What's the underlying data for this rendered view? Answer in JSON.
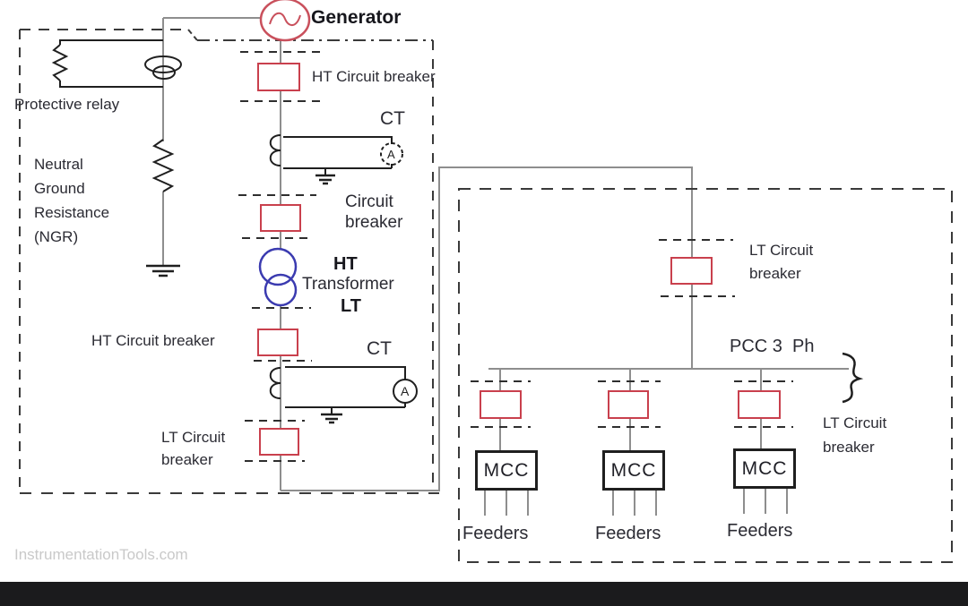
{
  "colors": {
    "breaker_red": "#c9404d",
    "generator_red": "#c9505c",
    "transformer_blue": "#3b3bb0",
    "wire_gray": "#8e8e8e",
    "line_black": "#1f1f1f",
    "dashed_gray": "#3a3a3a",
    "text": "#2b2b33",
    "watermark_gray": "#c9c9c9",
    "footer_black": "#1b1b1d"
  },
  "generator": {
    "label": "Generator"
  },
  "left_panel": {
    "protective_relay": "Protective relay",
    "ngr": "Neutral\nGround\nResistance\n(NGR)",
    "ht_breaker_top": "HT Circuit breaker",
    "ct_top": "CT",
    "circuit_breaker": "Circuit\nbreaker",
    "transformer_ht": "HT",
    "transformer_name": "Transformer",
    "transformer_lt": "LT",
    "ht_breaker_bottom": "HT Circuit breaker",
    "ct_bottom": "CT",
    "lt_breaker": "LT Circuit\nbreaker",
    "ammeter": "A"
  },
  "right_panel": {
    "lt_breaker_incoming": "LT Circuit\nbreaker",
    "pcc_bus": "PCC 3  Ph",
    "lt_breaker_feeder": "LT Circuit\nbreaker",
    "mcc_units": [
      {
        "label": "MCC",
        "feeders": "Feeders"
      },
      {
        "label": "MCC",
        "feeders": "Feeders"
      },
      {
        "label": "MCC",
        "feeders": "Feeders"
      }
    ]
  },
  "watermark": "InstrumentationTools.com"
}
